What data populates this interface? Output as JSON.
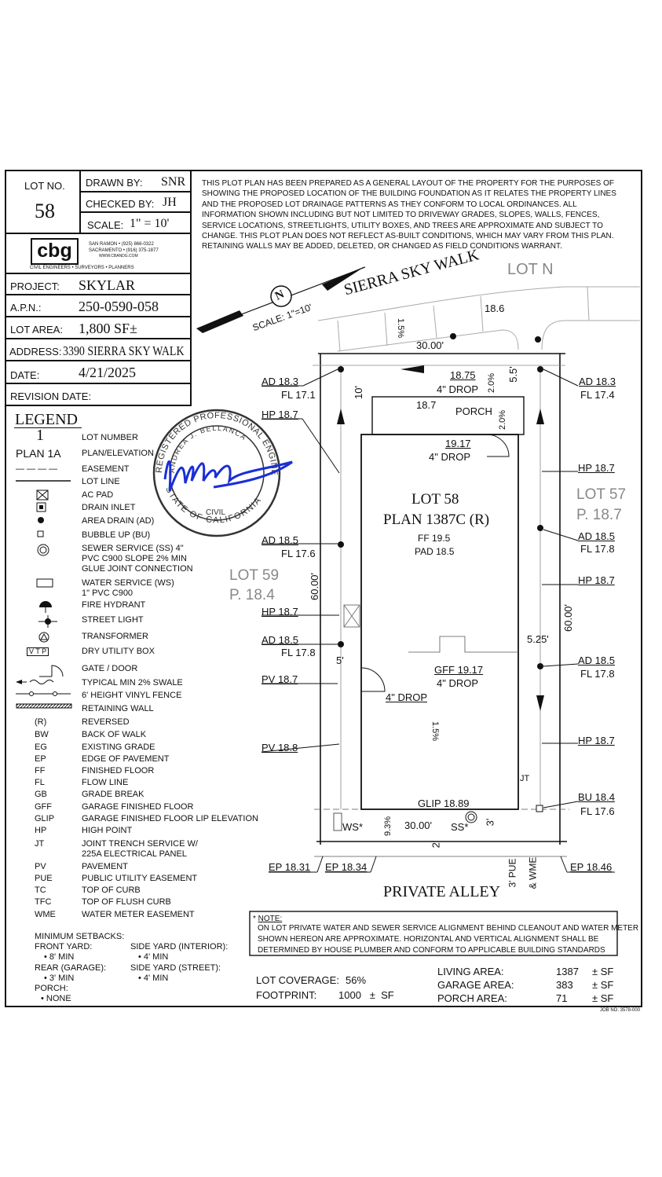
{
  "title_block": {
    "lot_no_label": "LOT NO.",
    "lot_no": "58",
    "drawn_by_label": "DRAWN BY:",
    "drawn_by": "SNR",
    "checked_by_label": "CHECKED BY:",
    "checked_by": "JH",
    "scale_label": "SCALE:",
    "scale": "1\" = 10'",
    "logo_text": "cbg",
    "firm_line1": "SAN RAMON  •  (925) 866-0322",
    "firm_line2": "SACRAMENTO  •  (916) 375-1877",
    "firm_line3": "WWW.CBANDG.COM",
    "firm_services": "CIVIL ENGINEERS   •   SURVEYORS   •   PLANNERS",
    "project_label": "PROJECT:",
    "project": "SKYLAR",
    "apn_label": "A.P.N.:",
    "apn": "250-0590-058",
    "lot_area_label": "LOT AREA:",
    "lot_area": "1,800 SF±",
    "address_label": "ADDRESS:",
    "address": "3390 SIERRA SKY WALK",
    "date_label": "DATE:",
    "date": "4/21/2025",
    "revision_label": "REVISION DATE:",
    "revision": ""
  },
  "disclaimer": "THIS PLOT PLAN HAS BEEN PREPARED AS A GENERAL LAYOUT OF THE PROPERTY FOR THE PURPOSES OF SHOWING THE PROPOSED LOCATION OF THE BUILDING FOUNDATION AS IT RELATES THE PROPERTY LINES AND THE PROPOSED LOT DRAINAGE PATTERNS AS THEY CONFORM TO LOCAL ORDINANCES. ALL INFORMATION SHOWN INCLUDING BUT NOT LIMITED TO DRIVEWAY GRADES, SLOPES, WALLS, FENCES, SERVICE LOCATIONS, STREETLIGHTS, UTILITY BOXES, AND TREES ARE APPROXIMATE AND SUBJECT TO CHANGE. THIS PLOT PLAN DOES NOT REFLECT AS-BUILT CONDITIONS, WHICH MAY VARY FROM THIS PLAN. RETAINING WALLS MAY BE ADDED, DELETED, OR CHANGED AS FIELD CONDITIONS WARRANT.",
  "legend": {
    "title": "LEGEND",
    "items": [
      {
        "symbol": "1",
        "label": "LOT NUMBER"
      },
      {
        "symbol": "PLAN 1A",
        "label": "PLAN/ELEVATION"
      },
      {
        "symbol": "— — — —",
        "label": "EASEMENT"
      },
      {
        "symbol": "",
        "label": "LOT LINE"
      },
      {
        "symbol": "ac-pad-icon",
        "label": "AC PAD"
      },
      {
        "symbol": "drain-inlet-icon",
        "label": "DRAIN INLET"
      },
      {
        "symbol": "area-drain-icon",
        "label": "AREA DRAIN (AD)"
      },
      {
        "symbol": "bubble-up-icon",
        "label": "BUBBLE UP (BU)"
      },
      {
        "symbol": "sewer-service-icon",
        "label": "SEWER SERVICE (SS) 4\"",
        "label2": "PVC C900 SLOPE 2% MIN",
        "label3": "GLUE JOINT CONNECTION"
      },
      {
        "symbol": "water-service-icon",
        "label": "WATER SERVICE (WS)",
        "label2": "1\" PVC C900"
      },
      {
        "symbol": "fire-hydrant-icon",
        "label": "FIRE HYDRANT"
      },
      {
        "symbol": "street-light-icon",
        "label": "STREET LIGHT"
      },
      {
        "symbol": "transformer-icon",
        "label": "TRANSFORMER"
      },
      {
        "symbol": "V T P",
        "label": "DRY UTILITY BOX"
      },
      {
        "symbol": "gate-door-icon",
        "label": "GATE / DOOR"
      },
      {
        "symbol": "swale-icon",
        "label": "TYPICAL MIN 2% SWALE"
      },
      {
        "symbol": "fence-icon",
        "label": "6' HEIGHT VINYL FENCE"
      },
      {
        "symbol": "retaining-wall-icon",
        "label": "RETAINING WALL"
      },
      {
        "symbol": "(R)",
        "label": "REVERSED"
      },
      {
        "symbol": "BW",
        "label": "BACK OF WALK"
      },
      {
        "symbol": "EG",
        "label": "EXISTING GRADE"
      },
      {
        "symbol": "EP",
        "label": "EDGE OF PAVEMENT"
      },
      {
        "symbol": "FF",
        "label": "FINISHED FLOOR"
      },
      {
        "symbol": "FL",
        "label": "FLOW LINE"
      },
      {
        "symbol": "GB",
        "label": "GRADE BREAK"
      },
      {
        "symbol": "GFF",
        "label": "GARAGE FINISHED FLOOR"
      },
      {
        "symbol": "GLIP",
        "label": "GARAGE FINISHED FLOOR LIP ELEVATION"
      },
      {
        "symbol": "HP",
        "label": "HIGH POINT"
      },
      {
        "symbol": "JT",
        "label": "JOINT TRENCH SERVICE W/",
        "label2": "225A ELECTRICAL PANEL"
      },
      {
        "symbol": "PV",
        "label": "PAVEMENT"
      },
      {
        "symbol": "PUE",
        "label": "PUBLIC UTILITY EASEMENT"
      },
      {
        "symbol": "TC",
        "label": "TOP OF CURB"
      },
      {
        "symbol": "TFC",
        "label": "TOP OF FLUSH CURB"
      },
      {
        "symbol": "WME",
        "label": "WATER METER EASEMENT"
      }
    ]
  },
  "setbacks": {
    "title": "MINIMUM SETBACKS:",
    "front_label": "FRONT YARD:",
    "front": "•  8' MIN",
    "rear_label": "REAR (GARAGE):",
    "rear": "•  3' MIN",
    "porch_label": "PORCH:",
    "porch": "•  NONE",
    "side_int_label": "SIDE YARD (INTERIOR):",
    "side_int": "•  4' MIN",
    "side_street_label": "SIDE YARD (STREET):",
    "side_street": "•  4' MIN"
  },
  "stamp": {
    "top": "REGISTERED PROFESSIONAL ENGINEER",
    "name": "ANDREA J. BELLANCA",
    "discipline": "CIVIL",
    "bottom": "STATE OF CALIFORNIA",
    "signature_color": "#1a2fd6"
  },
  "plan": {
    "street": "SIERRA SKY WALK",
    "alley": "PRIVATE ALLEY",
    "north": "N",
    "scale": "SCALE:  1\"=10'",
    "lot_n": "LOT  N",
    "lot57": "LOT  57",
    "lot57_p": "P.  18.7",
    "lot59": "LOT  59",
    "lot59_p": "P.  18.4",
    "lot": "LOT 58",
    "plan_name": "PLAN 1387C (R)",
    "ff": "FF 19.5",
    "pad": "PAD 18.5",
    "porch": "PORCH",
    "labels": {
      "walk_186": "18.6",
      "walk_slope": "1.5%",
      "front_width": "30.00'",
      "ad_tl": "AD  18.3",
      "fl_tl": "FL  17.1",
      "ad_tr": "AD  18.3",
      "fl_tr": "FL  17.4",
      "setback_front": "10'",
      "e1875": "18.75",
      "drop1": "4\"  DROP",
      "e187": "18.7",
      "slope_20a": "2.0%",
      "dim55": "5.5'",
      "slope_20b": "2.0%",
      "hp_l1": "HP  18.7",
      "e1917": "19.17",
      "drop2": "4\"  DROP",
      "hp_r1": "HP  18.7",
      "ad_r2": "AD  18.5",
      "fl_r2": "FL  17.8",
      "ad_l2": "AD  18.5",
      "fl_l2": "FL  17.6",
      "depth_l": "60.00'",
      "hp_r2": "HP  18.7",
      "depth_r": "60.00'",
      "hp_l2": "HP  18.7",
      "side_r": "5.25'",
      "ad_l3": "AD  18.5",
      "fl_l3": "FL  17.8",
      "ad_r3": "AD  18.5",
      "fl_r3": "FL  17.8",
      "side_l": "5'",
      "gff": "GFF  19.17",
      "drop3": "4\"  DROP",
      "pv_l1": "PV  18.7",
      "drop4": "4\"  DROP",
      "drive_slope": "1.5%",
      "pv_l2": "PV  18.8",
      "hp_r3": "HP  18.7",
      "jt": "JT",
      "glip": "GLIP  18.89",
      "bu": "BU  18.4",
      "fl_bu": "FL  17.6",
      "ws": "WS*",
      "slope_93": "9.3%",
      "rear_width": "30.00'",
      "ss": "SS*",
      "dim3": "3'",
      "dim2": "2'",
      "ep1": "EP  18.31",
      "ep2": "EP  18.34",
      "ep3": "EP  18.46",
      "pue": "3'  PUE",
      "wme": "&  WME"
    }
  },
  "note": {
    "title": "NOTE:",
    "text1": "ON LOT PRIVATE WATER AND SEWER SERVICE ALIGNMENT BEHIND CLEANOUT AND WATER METER",
    "text2": "SHOWN HEREON ARE APPROXIMATE. HORIZONTAL AND VERTICAL ALIGNMENT SHALL BE",
    "text3": "DETERMINED BY HOUSE PLUMBER AND CONFORM TO APPLICABLE BUILDING STANDARDS"
  },
  "areas": {
    "coverage_label": "LOT COVERAGE:",
    "coverage": "56%",
    "footprint_label": "FOOTPRINT:",
    "footprint": "1000   ±  SF",
    "living_label": "LIVING AREA:",
    "living": "1387",
    "garage_label": "GARAGE AREA:",
    "garage": "383",
    "porch_label": "PORCH AREA:",
    "porch": "71",
    "unit": "±  SF"
  },
  "job_no": "JOB NO. 3578-000"
}
